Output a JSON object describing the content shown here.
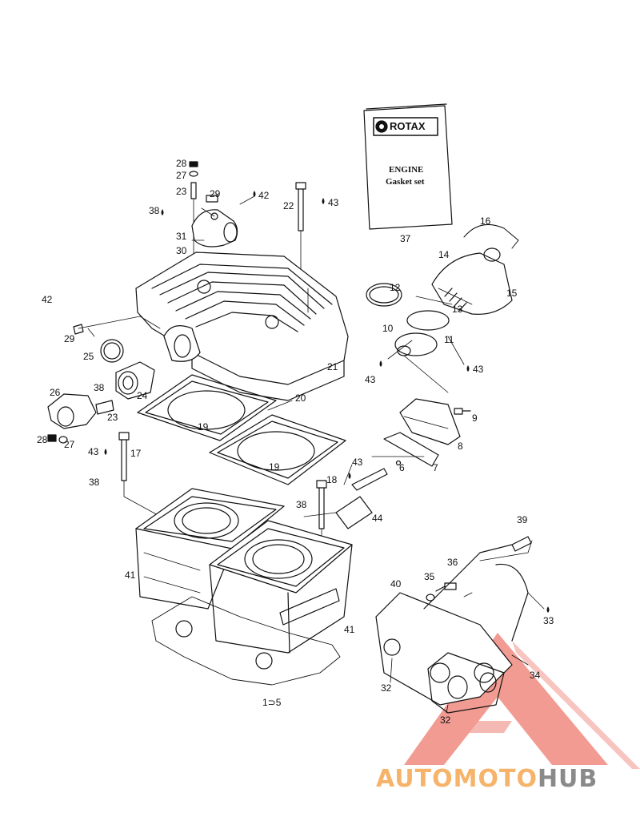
{
  "book": {
    "brand": "ROTAX",
    "title_line1": "ENGINE",
    "title_line2": "Gasket set"
  },
  "watermark": {
    "part1": "AUTOMOTO",
    "part2": "HUB",
    "color_accent": "#f6b36a",
    "color_grey": "#8a8a8a",
    "triangle_color": "#f08a80"
  },
  "callouts": [
    {
      "id": "c28a",
      "text": "28"
    },
    {
      "id": "c27a",
      "text": "27"
    },
    {
      "id": "c23a",
      "text": "23"
    },
    {
      "id": "c38a",
      "text": "38"
    },
    {
      "id": "c29a",
      "text": "29"
    },
    {
      "id": "c42a",
      "text": "42"
    },
    {
      "id": "c31",
      "text": "31"
    },
    {
      "id": "c30",
      "text": "30"
    },
    {
      "id": "c22",
      "text": "22"
    },
    {
      "id": "c43a",
      "text": "43"
    },
    {
      "id": "c37",
      "text": "37"
    },
    {
      "id": "c16",
      "text": "16"
    },
    {
      "id": "c14",
      "text": "14"
    },
    {
      "id": "c15",
      "text": "15"
    },
    {
      "id": "c12",
      "text": "12"
    },
    {
      "id": "c13",
      "text": "13"
    },
    {
      "id": "c10",
      "text": "10"
    },
    {
      "id": "c11",
      "text": "11"
    },
    {
      "id": "c43b",
      "text": "43"
    },
    {
      "id": "c43c",
      "text": "43"
    },
    {
      "id": "c42b",
      "text": "42"
    },
    {
      "id": "c29b",
      "text": "29"
    },
    {
      "id": "c25",
      "text": "25"
    },
    {
      "id": "c21",
      "text": "21"
    },
    {
      "id": "c26",
      "text": "26"
    },
    {
      "id": "c38b",
      "text": "38"
    },
    {
      "id": "c24",
      "text": "24"
    },
    {
      "id": "c23b",
      "text": "23"
    },
    {
      "id": "c20",
      "text": "20"
    },
    {
      "id": "c19a",
      "text": "19"
    },
    {
      "id": "c19b",
      "text": "19"
    },
    {
      "id": "c28b",
      "text": "28"
    },
    {
      "id": "c27b",
      "text": "27"
    },
    {
      "id": "c43d",
      "text": "43"
    },
    {
      "id": "c17",
      "text": "17"
    },
    {
      "id": "c38c",
      "text": "38"
    },
    {
      "id": "c9",
      "text": "9"
    },
    {
      "id": "c8",
      "text": "8"
    },
    {
      "id": "c6",
      "text": "6"
    },
    {
      "id": "c7",
      "text": "7"
    },
    {
      "id": "c43e",
      "text": "43"
    },
    {
      "id": "c18",
      "text": "18"
    },
    {
      "id": "c38d",
      "text": "38"
    },
    {
      "id": "c44",
      "text": "44"
    },
    {
      "id": "c39",
      "text": "39"
    },
    {
      "id": "c41a",
      "text": "41"
    },
    {
      "id": "c41b",
      "text": "41"
    },
    {
      "id": "c36",
      "text": "36"
    },
    {
      "id": "c35",
      "text": "35"
    },
    {
      "id": "c40",
      "text": "40"
    },
    {
      "id": "c33",
      "text": "33"
    },
    {
      "id": "c34",
      "text": "34"
    },
    {
      "id": "c32a",
      "text": "32"
    },
    {
      "id": "c32b",
      "text": "32"
    },
    {
      "id": "c1d5",
      "text": "1⊃5"
    }
  ]
}
